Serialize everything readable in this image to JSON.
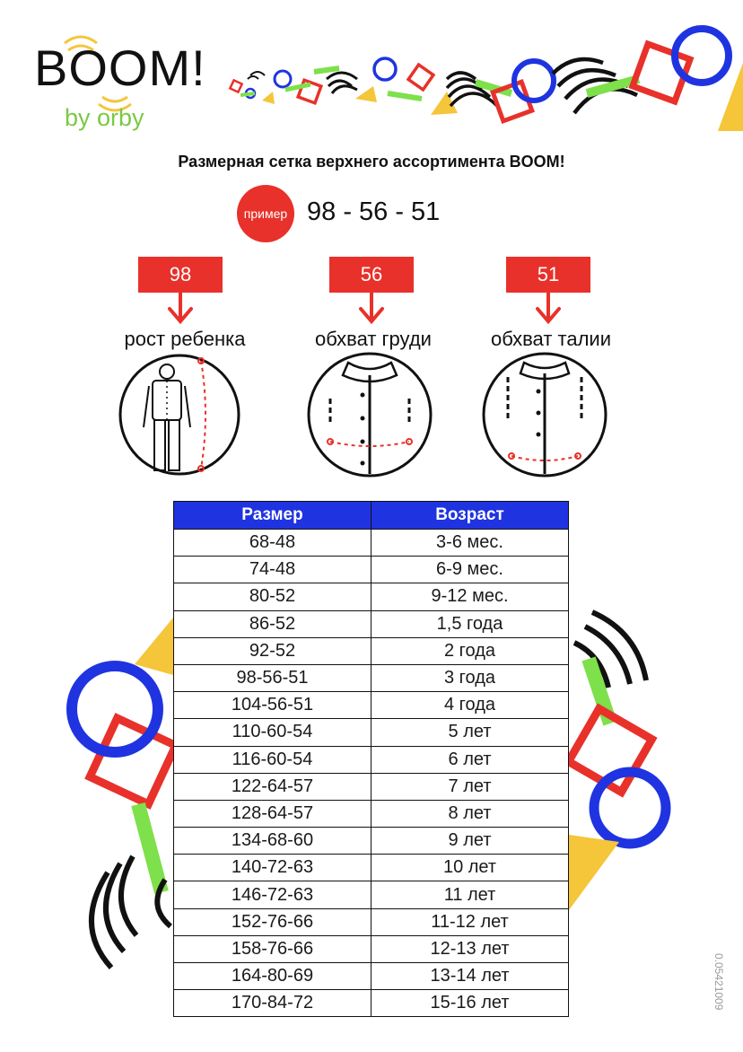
{
  "logo": {
    "word": "BOOM!",
    "sub": "by orby"
  },
  "title": "Размерная сетка верхнего ассортимента BOOM!",
  "example": {
    "badge": "пример",
    "value": "98 - 56 - 51"
  },
  "measurements": [
    {
      "value": "98",
      "label": "рост ребенка"
    },
    {
      "value": "56",
      "label": "обхват груди"
    },
    {
      "value": "51",
      "label": "обхват талии"
    }
  ],
  "table": {
    "headers": [
      "Размер",
      "Возраст"
    ],
    "rows": [
      [
        "68-48",
        "3-6 мес."
      ],
      [
        "74-48",
        "6-9 мес."
      ],
      [
        "80-52",
        "9-12 мес."
      ],
      [
        "86-52",
        "1,5 года"
      ],
      [
        "92-52",
        "2 года"
      ],
      [
        "98-56-51",
        "3 года"
      ],
      [
        "104-56-51",
        "4 года"
      ],
      [
        "110-60-54",
        "5 лет"
      ],
      [
        "116-60-54",
        "6 лет"
      ],
      [
        "122-64-57",
        "7 лет"
      ],
      [
        "128-64-57",
        "8 лет"
      ],
      [
        "134-68-60",
        "9 лет"
      ],
      [
        "140-72-63",
        "10 лет"
      ],
      [
        "146-72-63",
        "11 лет"
      ],
      [
        "152-76-66",
        "11-12 лет"
      ],
      [
        "158-76-66",
        "12-13 лет"
      ],
      [
        "164-80-69",
        "13-14 лет"
      ],
      [
        "170-84-72",
        "15-16 лет"
      ]
    ]
  },
  "side_code": "0.05421009",
  "colors": {
    "red": "#e8312a",
    "blue": "#1f34e0",
    "green": "#7ee04a",
    "yellow": "#f5c53a",
    "black": "#111111"
  }
}
